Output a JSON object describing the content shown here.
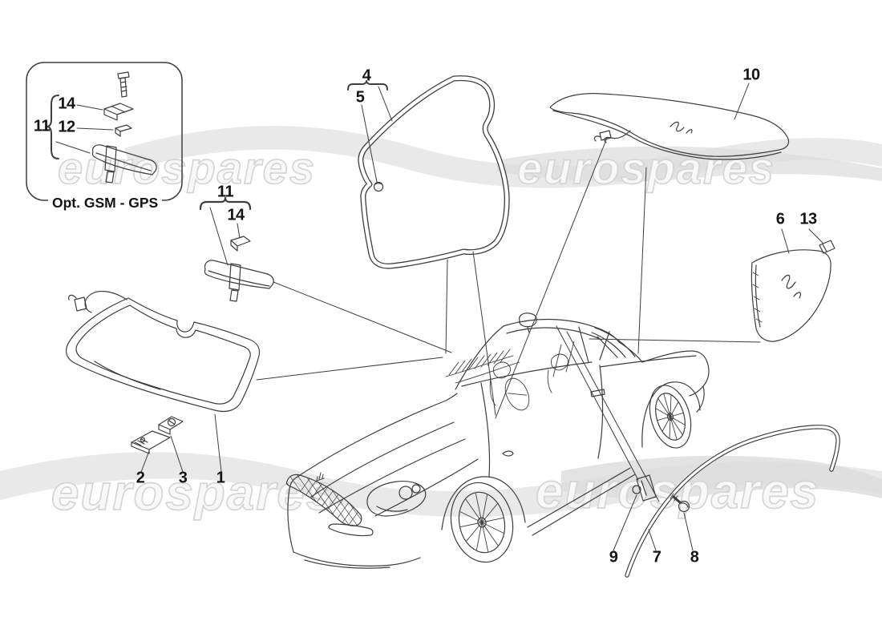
{
  "watermark": {
    "text": "eurospares"
  },
  "opt_box": {
    "label": "Opt. GSM - GPS"
  },
  "callouts": {
    "box_group": "11",
    "box_mount": "14",
    "box_clip": "12",
    "mirror_group": "11",
    "mirror_mount": "14",
    "windshield": "1",
    "windshield_plate": "2",
    "windshield_clip": "3",
    "door_seal_group": "4",
    "door_seal_pin": "5",
    "quarter_glass": "6",
    "quarter_clip": "13",
    "rear_glass": "10",
    "trim_clip": "9",
    "trim_strip": "7",
    "trim_bolt": "8"
  },
  "colors": {
    "line": "#3d3d3d",
    "callout_text": "#141414",
    "watermark_fill": "#f8f8f8",
    "watermark_stroke": "#d5d5d5",
    "ribbon": "#e7e7e7",
    "background": "#ffffff"
  }
}
